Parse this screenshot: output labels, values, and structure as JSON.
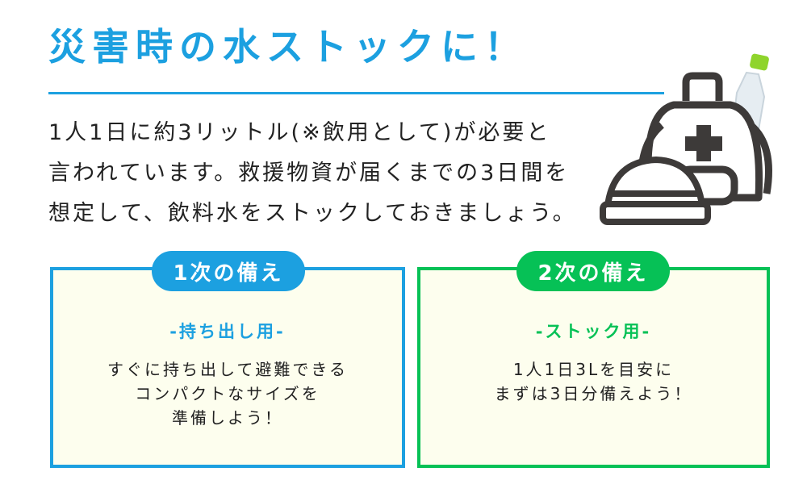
{
  "header": {
    "title": "災害時の水ストックに！",
    "accent_color": "#1ca0e0"
  },
  "intro": {
    "lines": [
      "1人1日に約3リットル(※飲用として)が必要と",
      "言われています。救援物資が届くまでの3日間を",
      "想定して、飲料水をストックしておきましょう。"
    ]
  },
  "illustration": {
    "icons": [
      "emergency-backpack-icon",
      "medical-cross-icon",
      "helmet-icon",
      "water-bottle-icon"
    ]
  },
  "cards": [
    {
      "badge": "1次の備え",
      "subtitle": "-持ち出し用-",
      "lines": [
        "すぐに持ち出して避難できる",
        "コンパクトなサイズを",
        "準備しよう！"
      ],
      "color": "#1ca0e0"
    },
    {
      "badge": "2次の備え",
      "subtitle": "-ストック用-",
      "lines": [
        "1人1日3Lを目安に",
        "まずは3日分備えよう！"
      ],
      "color": "#06c156"
    }
  ]
}
